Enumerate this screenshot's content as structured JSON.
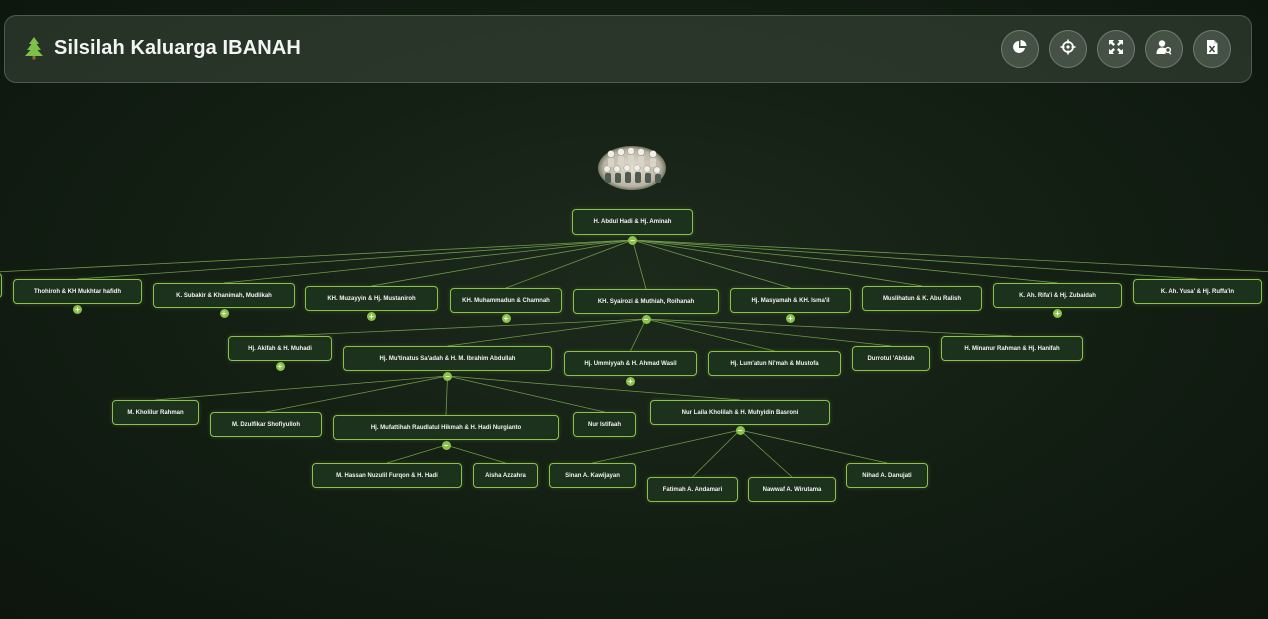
{
  "header": {
    "title": "Silsilah Kaluarga IBANAH",
    "title_icon": "tree-icon",
    "buttons": [
      {
        "name": "stats-button",
        "icon": "pie-chart-icon"
      },
      {
        "name": "center-button",
        "icon": "crosshairs-icon"
      },
      {
        "name": "fullscreen-button",
        "icon": "expand-icon"
      },
      {
        "name": "user-search-button",
        "icon": "user-search-icon"
      },
      {
        "name": "export-button",
        "icon": "excel-file-icon"
      }
    ]
  },
  "colors": {
    "accent": "#8bc34a",
    "node_bg": "#1d321d",
    "background": "#142014"
  },
  "tree": {
    "root_photo": "family-photo",
    "toggle_expand": "+",
    "toggle_collapse": "−",
    "nodes": [
      {
        "id": "root",
        "label": "H. Abdul Hadi & Hj. Aminah",
        "toggle": "collapse"
      },
      {
        "id": "c1",
        "label": "Thohiroh & KH Mukhtar hafidh",
        "toggle": "expand"
      },
      {
        "id": "c2",
        "label": "K. Subakir & Khanimah, Mudlikah",
        "toggle": "expand"
      },
      {
        "id": "c3",
        "label": "KH. Muzayyin & Hj. Mustaniroh",
        "toggle": "expand"
      },
      {
        "id": "c4",
        "label": "KH. Muhammadun & Chamnah",
        "toggle": "expand"
      },
      {
        "id": "c5",
        "label": "KH. Syairozi & Muthiah, Roihanah",
        "toggle": "collapse"
      },
      {
        "id": "c6",
        "label": "Hj. Masyamah & KH. Isma'il",
        "toggle": "expand"
      },
      {
        "id": "c7",
        "label": "Muslihatun & K. Abu Ralish",
        "toggle": ""
      },
      {
        "id": "c8",
        "label": "K. Ah. Rifa'i & Hj. Zubaidah",
        "toggle": "expand"
      },
      {
        "id": "c9",
        "label": "K. Ah. Yusa' & Hj. Ruffa'in",
        "toggle": ""
      },
      {
        "id": "g1",
        "label": "Hj. Akifah & H. Muhadi",
        "toggle": "expand"
      },
      {
        "id": "g2",
        "label": "Hj. Mu'tinatus Sa'adah & H. M. Ibrahim Abdullah",
        "toggle": "collapse"
      },
      {
        "id": "g3",
        "label": "Hj. Ummiyyah & H. Ahmad Wasil",
        "toggle": "expand"
      },
      {
        "id": "g4",
        "label": "Hj. Lum'atun Ni'mah & Mustofa",
        "toggle": ""
      },
      {
        "id": "g5",
        "label": "Durrotul 'Abidah",
        "toggle": ""
      },
      {
        "id": "g6",
        "label": "H. Minanur Rahman & Hj. Hanifah",
        "toggle": ""
      },
      {
        "id": "h1",
        "label": "M. Kholilur Rahman",
        "toggle": ""
      },
      {
        "id": "h2",
        "label": "M. Dzulfikar Shofiyulloh",
        "toggle": ""
      },
      {
        "id": "h3",
        "label": "Hj. Mufattihah Raudlatul Hikmah & H. Hadi Nurgianto",
        "toggle": "collapse"
      },
      {
        "id": "h4",
        "label": "Nur Istifaah",
        "toggle": ""
      },
      {
        "id": "h5",
        "label": "Nur Laila Kholilah & H. Muhyidin Basroni",
        "toggle": "collapse"
      },
      {
        "id": "i1",
        "label": "M. Hassan Nuzulil Furqon & H. Hadi",
        "toggle": ""
      },
      {
        "id": "i2",
        "label": "Aisha Azzahra",
        "toggle": ""
      },
      {
        "id": "j1",
        "label": "Sinan A. Kawijayan",
        "toggle": ""
      },
      {
        "id": "j2",
        "label": "Fatimah A. Andamari",
        "toggle": ""
      },
      {
        "id": "j3",
        "label": "Nawwaf A. Wirutama",
        "toggle": ""
      },
      {
        "id": "j4",
        "label": "Nihad A. Danujati",
        "toggle": ""
      }
    ],
    "edges": [
      [
        "root",
        "c1"
      ],
      [
        "root",
        "c2"
      ],
      [
        "root",
        "c3"
      ],
      [
        "root",
        "c4"
      ],
      [
        "root",
        "c5"
      ],
      [
        "root",
        "c6"
      ],
      [
        "root",
        "c7"
      ],
      [
        "root",
        "c8"
      ],
      [
        "root",
        "c9"
      ],
      [
        "c5",
        "g1"
      ],
      [
        "c5",
        "g2"
      ],
      [
        "c5",
        "g3"
      ],
      [
        "c5",
        "g4"
      ],
      [
        "c5",
        "g5"
      ],
      [
        "c5",
        "g6"
      ],
      [
        "g2",
        "h1"
      ],
      [
        "g2",
        "h2"
      ],
      [
        "g2",
        "h3"
      ],
      [
        "g2",
        "h4"
      ],
      [
        "g2",
        "h5"
      ],
      [
        "h3",
        "i1"
      ],
      [
        "h3",
        "i2"
      ],
      [
        "h5",
        "j1"
      ],
      [
        "h5",
        "j2"
      ],
      [
        "h5",
        "j3"
      ],
      [
        "h5",
        "j4"
      ]
    ]
  }
}
